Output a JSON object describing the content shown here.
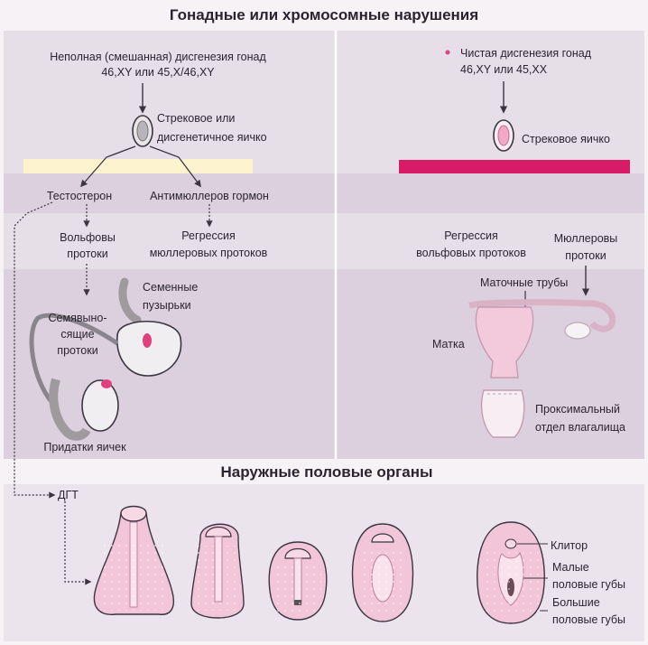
{
  "header": {
    "title": "Гонадные или хромосомные нарушения"
  },
  "left": {
    "origin": [
      "Неполная (смешанная) дисгенезия гонад",
      "46,XY или 45,X/46,XY"
    ],
    "gonad": [
      "Стрековое или",
      "дисгенетичное яичко"
    ],
    "hormones": {
      "testosterone": "Тестостерон",
      "amh": "Антимюллеров гормон"
    },
    "wolffian": [
      "Вольфовы",
      "протоки"
    ],
    "mullerian_regression": [
      "Регрессия",
      "мюллеровых протоков"
    ],
    "seminal_vesicles": [
      "Семенные",
      "пузырьки"
    ],
    "vas_deferens": [
      "Семявыно-",
      "сящие",
      "протоки"
    ],
    "epididymis": "Придатки яичек"
  },
  "right": {
    "origin": [
      "Чистая дисгенезия гонад",
      "46,XY или 45,XX"
    ],
    "gonad": "Стрековое яичко",
    "wolffian_regression": [
      "Регрессия",
      "вольфовых протоков"
    ],
    "mullerian": [
      "Мюллеровы",
      "протоки"
    ],
    "tubes": "Маточные трубы",
    "uterus": "Матка",
    "vagina": [
      "Проксимальный",
      "отдел влагалища"
    ]
  },
  "external": {
    "title": "Наружные половые органы",
    "dgt": "ДГТ",
    "clitoris": "Клитор",
    "labia_minora": [
      "Малые",
      "половые губы"
    ],
    "labia_majora": [
      "Большие",
      "половые губы"
    ]
  },
  "colors": {
    "panel": "#e7dfe8",
    "band": "#dcd0de",
    "strip_left": "#fdf4cf",
    "strip_right": "#d81b66",
    "accent_pink": "#e0407f",
    "tissue": "#f2c6d8"
  }
}
